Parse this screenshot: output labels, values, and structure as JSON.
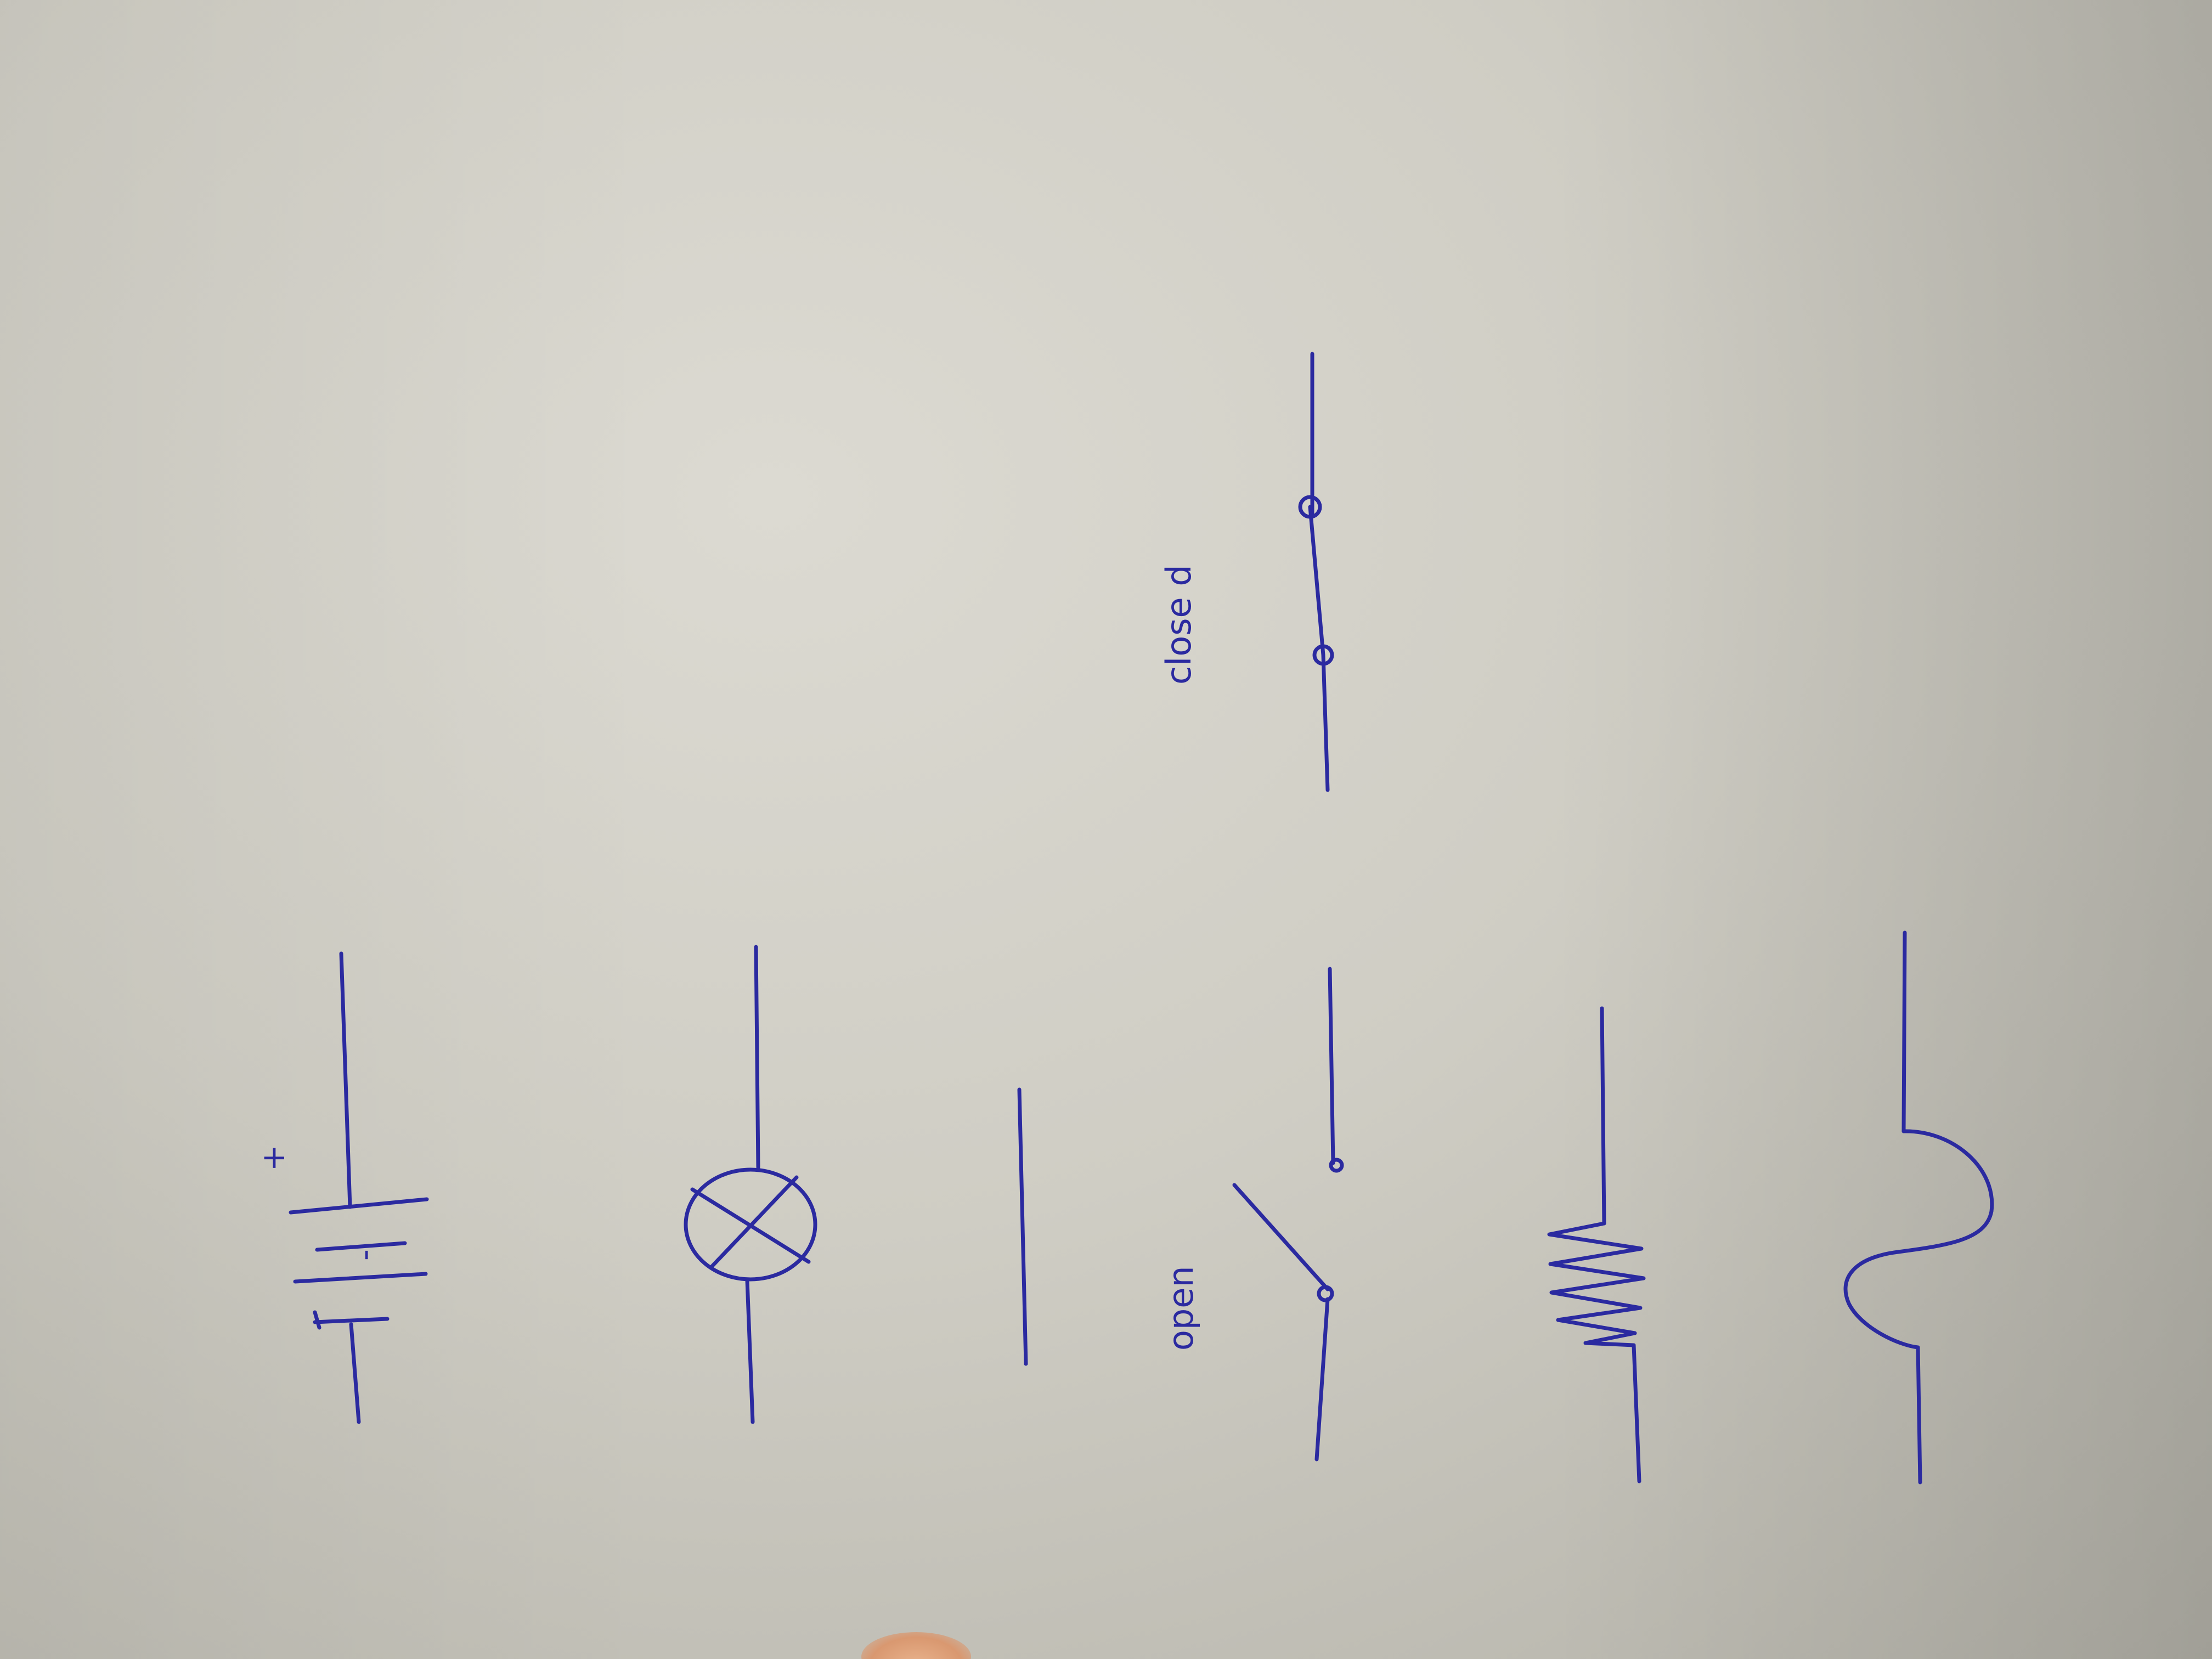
{
  "diagram": {
    "ink_color": "#2b2aa0",
    "paper_color": "#d4d2ca",
    "symbols": [
      {
        "name": "battery",
        "labels": {
          "plus": "+",
          "minus": "-"
        }
      },
      {
        "name": "lamp"
      },
      {
        "name": "wire"
      },
      {
        "name": "switch-open",
        "label": "open"
      },
      {
        "name": "switch-closed",
        "label": "close d"
      },
      {
        "name": "resistor"
      },
      {
        "name": "fuse"
      }
    ]
  }
}
